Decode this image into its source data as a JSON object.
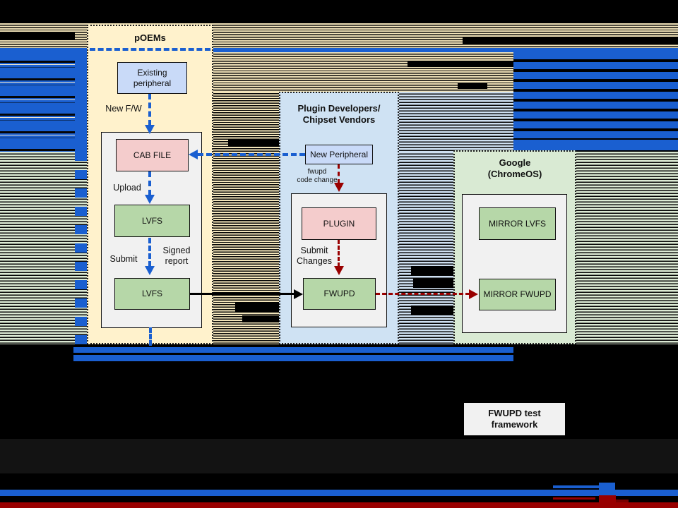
{
  "colors": {
    "background": "#000000",
    "lane_poems_bg": "#fff2cc",
    "lane_plugin_bg": "#cfe2f3",
    "lane_google_bg": "#d9ead3",
    "node_blue": "#c9daf8",
    "node_pink": "#f4cccc",
    "node_green": "#b6d7a8",
    "inner_box_gray": "#f1f1f1",
    "arrow_blue": "#1a5fd0",
    "arrow_red": "#990000",
    "arrow_black": "#000000",
    "glitch_tan": "#f2e4ba",
    "glitch_light_blue": "#cfe0f1",
    "glitch_green": "#dcead4",
    "glitch_dark_band": "#131313"
  },
  "poems": {
    "title": "pOEMs",
    "existing_peripheral": "Existing\nperipheral",
    "new_fw_label": "New F/W",
    "cab_file": "CAB FILE",
    "upload_label": "Upload",
    "lvfs_upper": "LVFS",
    "submit_label": "Submit",
    "signed_report_label": "Signed\nreport",
    "lvfs_lower": "LVFS"
  },
  "plugin_vendors": {
    "title": "Plugin Developers/\nChipset Vendors",
    "new_peripheral": "New Peripheral",
    "fwupd_code_change_label": "fwupd\ncode change",
    "plugin": "PLUGIN",
    "submit_changes_label": "Submit\nChanges",
    "fwupd": "FWUPD"
  },
  "google": {
    "title": "Google\n(ChromeOS)",
    "mirror_lvfs": "MIRROR LVFS",
    "mirror_fwupd": "MIRROR FWUPD"
  },
  "footer": {
    "fwupd_test_framework": "FWUPD test framework"
  }
}
